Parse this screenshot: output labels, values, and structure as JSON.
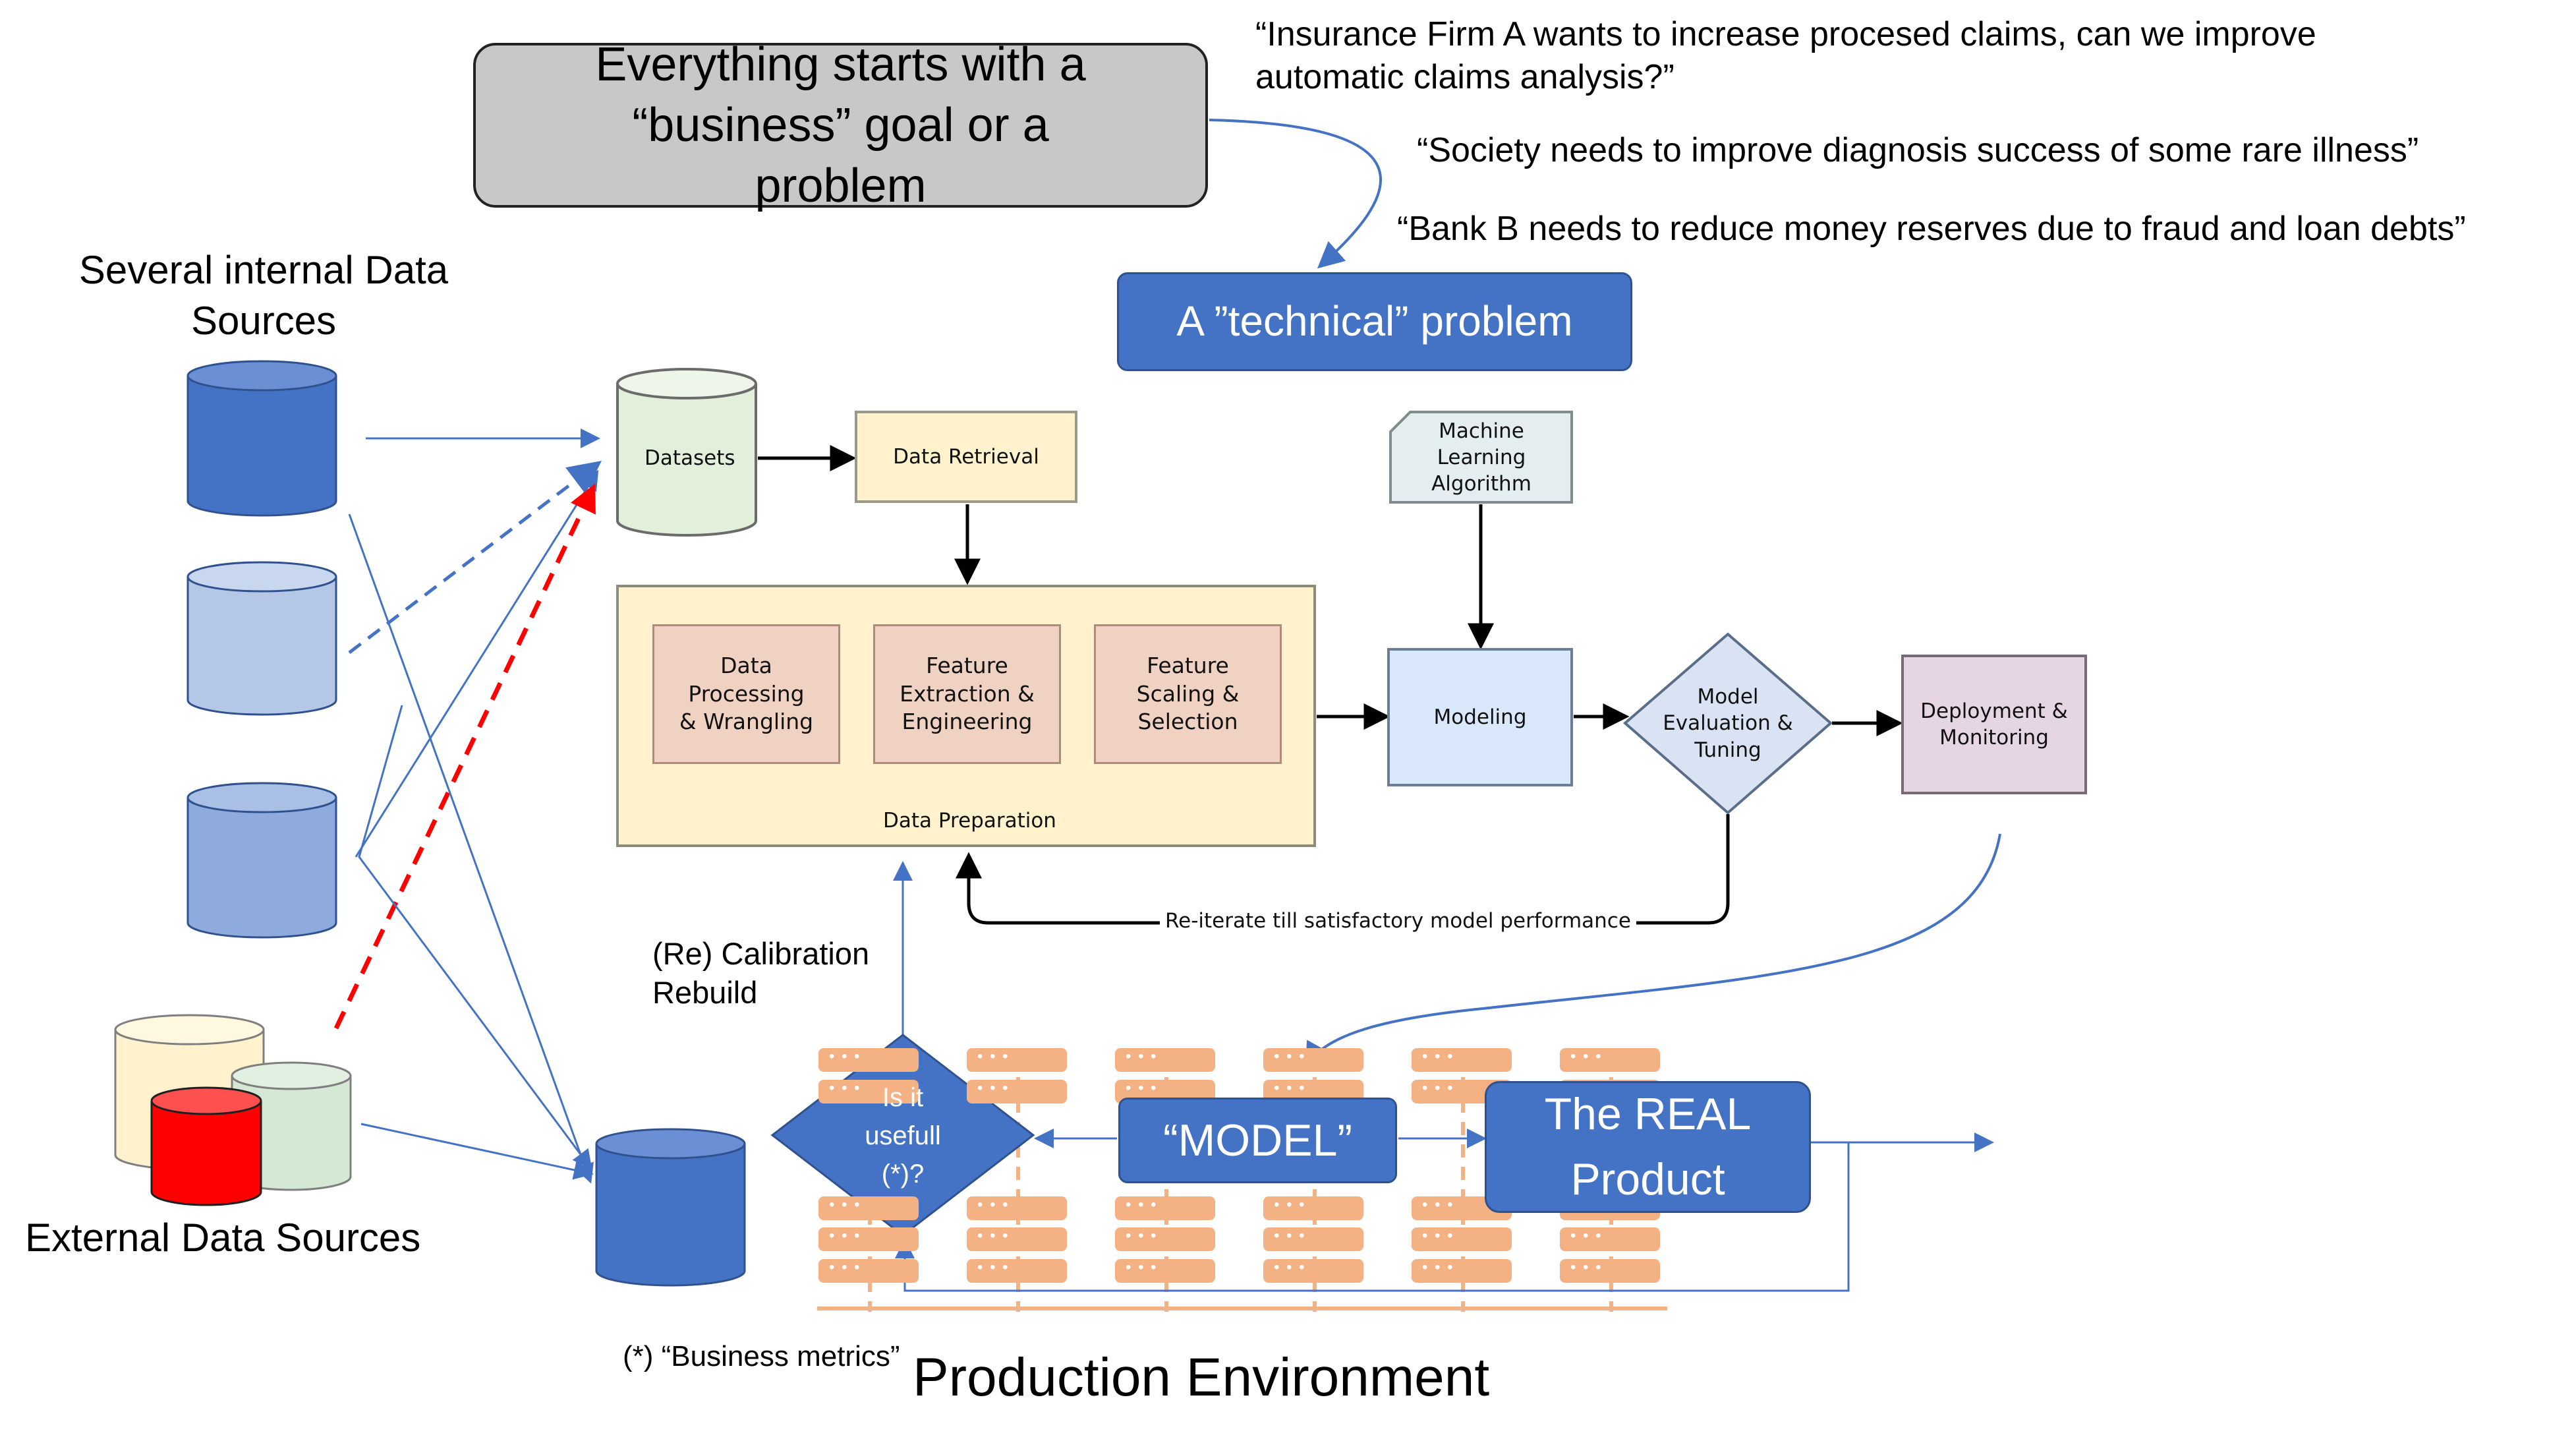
{
  "header": {
    "goal": "Everything starts with a “business” goal or a problem",
    "technical_problem": "A ”technical” problem"
  },
  "quotes": [
    "“Insurance Firm A wants to increase procesed claims, can we improve automatic claims analysis?”",
    "“Society needs to improve diagnosis success of some rare illness”",
    "“Bank B needs to reduce money reserves due to fraud and loan debts”"
  ],
  "sources": {
    "internal": "Several internal Data Sources",
    "external": "External Data Sources"
  },
  "pipeline": {
    "datasets": "Datasets",
    "data_retrieval": "Data Retrieval",
    "ml_algorithm": "Machine Learning Algorithm",
    "data_processing": "Data Processing & Wrangling",
    "feature_extraction": "Feature Extraction & Engineering",
    "feature_scaling": "Feature Scaling & Selection",
    "data_preparation": "Data Preparation",
    "modeling": "Modeling",
    "model_evaluation": "Model Evaluation & Tuning",
    "deployment": "Deployment & Monitoring",
    "reiterate": "Re-iterate till satisfactory model performance"
  },
  "production": {
    "calibration": "(Re) Calibration Rebuild",
    "is_it_useful": "Is it usefull (*)?",
    "model": "“MODEL”",
    "real_product": "The REAL Product",
    "business_metrics": "(*) “Business metrics”",
    "environment": "Production Environment"
  },
  "colors": {
    "blue": "#4472c4",
    "light_blue": "#b4c7e7",
    "mid_blue": "#8faadc",
    "gray_box": "#c8c8c8",
    "red": "#ff0000",
    "cream": "#fff2cc",
    "light_green": "#d5e8d4",
    "server_orange": "#f4b183"
  }
}
